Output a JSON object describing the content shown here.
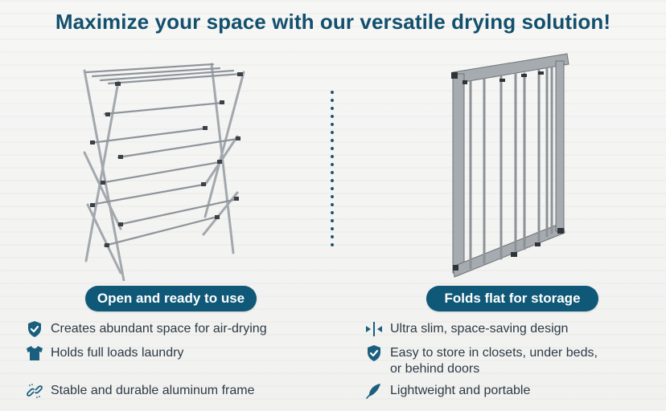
{
  "header": {
    "title": "Maximize your space with our versatile drying solution!"
  },
  "colors": {
    "brand": "#0f5877",
    "title": "#12506e",
    "text": "#2d3a44",
    "background": "#f3f3f2",
    "rack_metal": "#9aa0a6"
  },
  "left_panel": {
    "image": "open-drying-rack",
    "label": "Open and ready to use",
    "features": [
      {
        "icon": "shield-check-icon",
        "text": "Creates abundant space for air-drying"
      },
      {
        "icon": "tshirt-icon",
        "text": "Holds full loads laundry"
      },
      {
        "icon": "chain-link-icon",
        "text": "Stable and durable aluminum frame"
      }
    ]
  },
  "right_panel": {
    "image": "folded-drying-rack",
    "label": "Folds flat for storage",
    "features": [
      {
        "icon": "compress-arrows-icon",
        "text": "Ultra slim, space-saving design"
      },
      {
        "icon": "shield-check-icon",
        "text": "Easy to store in closets, under beds,\nor behind doors"
      },
      {
        "icon": "feather-icon",
        "text": "Lightweight and portable"
      }
    ]
  }
}
